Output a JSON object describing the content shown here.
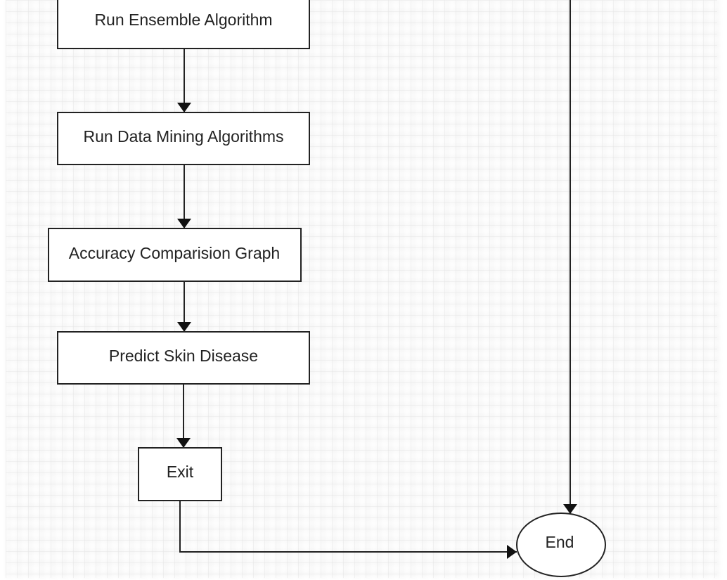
{
  "diagram": {
    "type": "flowchart",
    "nodes": {
      "run_ensemble": {
        "shape": "rect",
        "label": "Run Ensemble Algorithm"
      },
      "run_data_mining": {
        "shape": "rect",
        "label": "Run Data Mining Algorithms"
      },
      "accuracy_graph": {
        "shape": "rect",
        "label": "Accuracy Comparision Graph"
      },
      "predict_skin": {
        "shape": "rect",
        "label": "Predict Skin Disease"
      },
      "exit": {
        "shape": "rect",
        "label": "Exit"
      },
      "end": {
        "shape": "ellipse",
        "label": "End"
      }
    },
    "edges": [
      {
        "from": "run_ensemble",
        "to": "run_data_mining"
      },
      {
        "from": "run_data_mining",
        "to": "accuracy_graph"
      },
      {
        "from": "accuracy_graph",
        "to": "predict_skin"
      },
      {
        "from": "predict_skin",
        "to": "exit"
      },
      {
        "from": "exit",
        "to": "end"
      },
      {
        "from": "offscreen-above",
        "to": "end"
      }
    ],
    "colors": {
      "background": "#ffffff",
      "grid": "#e6e6e6",
      "stroke": "#222222",
      "text": "#222222"
    }
  }
}
